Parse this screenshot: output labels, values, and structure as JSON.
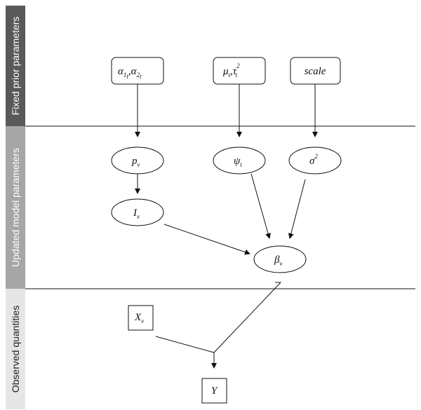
{
  "bands": [
    {
      "label": "Fixed prior parameters",
      "color": "#595959"
    },
    {
      "label": "Updated model parameters",
      "color": "#a6a6a6"
    },
    {
      "label": "Observed quantities",
      "color": "#e6e6e6"
    }
  ],
  "nodes": {
    "alpha": {
      "base1": "α",
      "sub1": "1",
      "subsub1": "t",
      "comma": ",",
      "base2": "α",
      "sub2": "2",
      "subsub2": "t"
    },
    "mu_tau": {
      "base1": "μ",
      "sub1": "t",
      "comma": ",",
      "base2": "τ",
      "sub2": "t",
      "sup2": "2"
    },
    "scale": {
      "text": "scale"
    },
    "p_v": {
      "base": "p",
      "sub": "v"
    },
    "psi_t": {
      "base": "ψ",
      "sub": "t"
    },
    "sigma2": {
      "base": "σ",
      "sup": "2"
    },
    "I_v": {
      "base": "I",
      "sub": "v"
    },
    "beta_v": {
      "base": "β",
      "sub": "v"
    },
    "X_v": {
      "base": "X",
      "sub": "v"
    },
    "Y": {
      "base": "Y"
    }
  }
}
